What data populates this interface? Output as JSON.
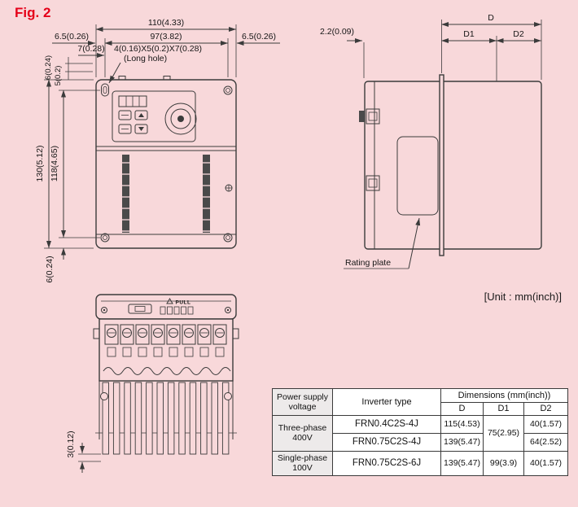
{
  "colors": {
    "background": "#f8d8da",
    "figure_label": "#e50019",
    "line": "#3b3b3b"
  },
  "figure": {
    "label": "Fig. 2"
  },
  "unit_note": "[Unit : mm(inch)]",
  "front_view": {
    "dim_width_total": "110(4.33)",
    "dim_width_inner": "97(3.82)",
    "dim_margin_left": "6.5(0.26)",
    "dim_margin_right": "6.5(0.26)",
    "dim_hole_offset": "7(0.28)",
    "dim_long_hole": "4(0.16)X5(0.2)X7(0.28)",
    "long_hole_note": "(Long hole)",
    "dim_top_small_1": "6(0.24)",
    "dim_top_small_2": "5(0.2)",
    "dim_height_total": "130(5.12)",
    "dim_height_inner": "118(4.65)",
    "dim_bottom_margin": "6(0.24)"
  },
  "side_view": {
    "dim_depth_total": "D",
    "dim_depth_front": "D1",
    "dim_depth_back": "D2",
    "dim_plate_thickness": "2.2(0.09)",
    "rating_plate_label": "Rating plate"
  },
  "bottom_view": {
    "pull_label": "PULL",
    "dim_fin": "3(0.12)"
  },
  "table": {
    "header": {
      "power": "Power supply voltage",
      "inverter_type": "Inverter type",
      "dimensions": "Dimensions (mm(inch))",
      "d": "D",
      "d1": "D1",
      "d2": "D2"
    },
    "rows": [
      {
        "power": "Three-phase 400V",
        "inverter_type": "FRN0.4C2S-4J",
        "d": "115(4.53)",
        "d1": "75(2.95)",
        "d2": "40(1.57)"
      },
      {
        "inverter_type": "FRN0.75C2S-4J",
        "d": "139(5.47)",
        "d2": "64(2.52)"
      },
      {
        "power": "Single-phase 100V",
        "inverter_type": "FRN0.75C2S-6J",
        "d": "139(5.47)",
        "d1": "99(3.9)",
        "d2": "40(1.57)"
      }
    ]
  }
}
